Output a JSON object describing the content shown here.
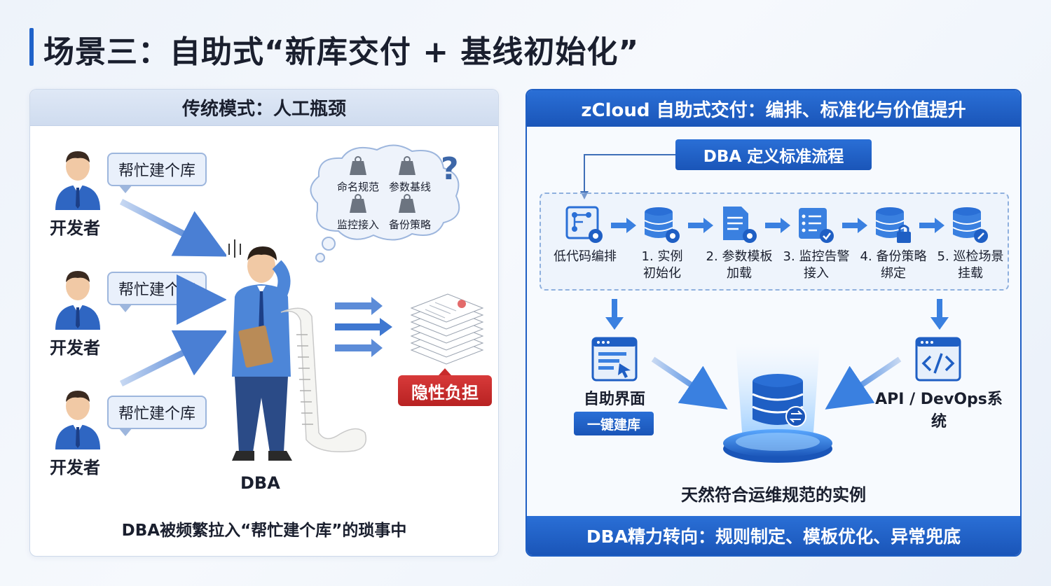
{
  "title": "场景三：自助式“新库交付 + 基线初始化”",
  "left": {
    "header": "传统模式：人工瓶颈",
    "developer_label": "开发者",
    "request_bubble": "帮忙建个库",
    "cloud_items": [
      "命名规范",
      "参数基线",
      "监控接入",
      "备份策略"
    ],
    "cloud_question": "?",
    "dba_label": "DBA",
    "burden_badge": "隐性负担",
    "caption": "DBA被频繁拉入“帮忙建个库”的琐事中"
  },
  "right": {
    "header": "zCloud 自助式交付：编排、标准化与价值提升",
    "define_box": "DBA 定义标准流程",
    "steps": [
      {
        "line1": "低代码编排",
        "line2": "",
        "icon": "flow-gear-icon"
      },
      {
        "line1": "1. 实例",
        "line2": "初始化",
        "icon": "database-gear-icon"
      },
      {
        "line1": "2. 参数模板",
        "line2": "加载",
        "icon": "document-gear-icon"
      },
      {
        "line1": "3. 监控告警",
        "line2": "接入",
        "icon": "checklist-icon"
      },
      {
        "line1": "4. 备份策略",
        "line2": "绑定",
        "icon": "database-lock-icon"
      },
      {
        "line1": "5. 巡检场景",
        "line2": "挂载",
        "icon": "database-inspect-icon"
      }
    ],
    "self_service_label": "自助界面",
    "one_click_button": "一键建库",
    "api_label": "API / DevOps系统",
    "instance_label": "天然符合运维规范的实例",
    "footer": "DBA精力转向：规则制定、模板优化、异常兜底"
  },
  "colors": {
    "primary_blue": "#1f62c9",
    "burden_red": "#c82c2c",
    "light_panel": "#dfe8f6"
  }
}
